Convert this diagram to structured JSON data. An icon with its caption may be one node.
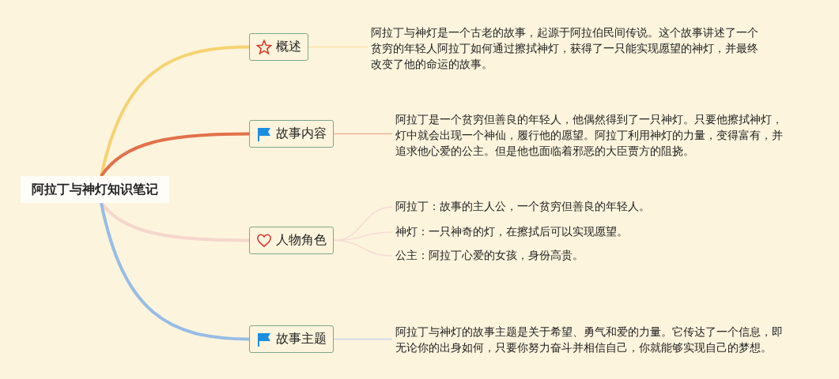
{
  "diagram": {
    "nodes": [
      {
        "text": [
          "阿拉丁与神灯知识笔记"
        ]
      },
      {
        "text": [
          "概述"
        ]
      },
      {
        "text": [
          "阿拉丁与神灯是一个古老的故事，起源于阿拉伯民间传说。这个故事讲述了一个贫穷的年轻人阿拉丁如何通过擦拭神灯，获得了一只能实现愿望的神灯，并最终改变了他的命运的故事。"
        ]
      },
      {
        "text": [
          "故事内容"
        ]
      },
      {
        "text": [
          "阿拉丁是一个贫穷但善良的年轻人，他偶然得到了一只神灯。只要他擦拭神灯，灯中就会出现一个神仙，履行他的愿望。阿拉丁利用神灯的力量，变得富有，并追求他心爱的公主。但是他也面临着邪恶的大臣贾方的阻挠。"
        ]
      },
      {
        "text": [
          "人物角色"
        ]
      },
      {
        "text": [
          "阿拉丁：故事的主人公，一个贫穷但善良的年轻人。"
        ]
      },
      {
        "text": [
          "神灯：一只神奇的灯，在擦拭后可以实现愿望。"
        ]
      },
      {
        "text": [
          "公主：阿拉丁心爱的女孩，身份高贵。"
        ]
      },
      {
        "text": [
          "故事主题"
        ]
      },
      {
        "text": [
          "阿拉丁与神灯的故事主题是关于希望、勇气和爱的力量。它传达了一个信息，即无论你的出身如何，只要你努力奋斗并相信自己，你就能够实现自己的梦想。"
        ]
      }
    ],
    "edges": [
      {
        "from": 0,
        "to": 1,
        "arrow": "none",
        "style": "thick",
        "color": "#f5d372"
      },
      {
        "from": 0,
        "to": 3,
        "arrow": "none",
        "style": "thick",
        "color": "#e2714b"
      },
      {
        "from": 0,
        "to": 5,
        "arrow": "none",
        "style": "thick",
        "color": "#f6d6cc"
      },
      {
        "from": 0,
        "to": 9,
        "arrow": "none",
        "style": "thick",
        "color": "#97bde6"
      },
      {
        "from": 1,
        "to": 2,
        "arrow": "none",
        "color": "#f8e3a6"
      },
      {
        "from": 3,
        "to": 4,
        "arrow": "none",
        "color": "#efb49f"
      },
      {
        "from": 5,
        "to": 6,
        "arrow": "none",
        "color": "#f5dcd3"
      },
      {
        "from": 5,
        "to": 7,
        "arrow": "none",
        "color": "#f5dcd3"
      },
      {
        "from": 5,
        "to": 8,
        "arrow": "none",
        "color": "#f5dcd3"
      },
      {
        "from": 9,
        "to": 10,
        "arrow": "none",
        "color": "#c4d8ec"
      }
    ]
  }
}
